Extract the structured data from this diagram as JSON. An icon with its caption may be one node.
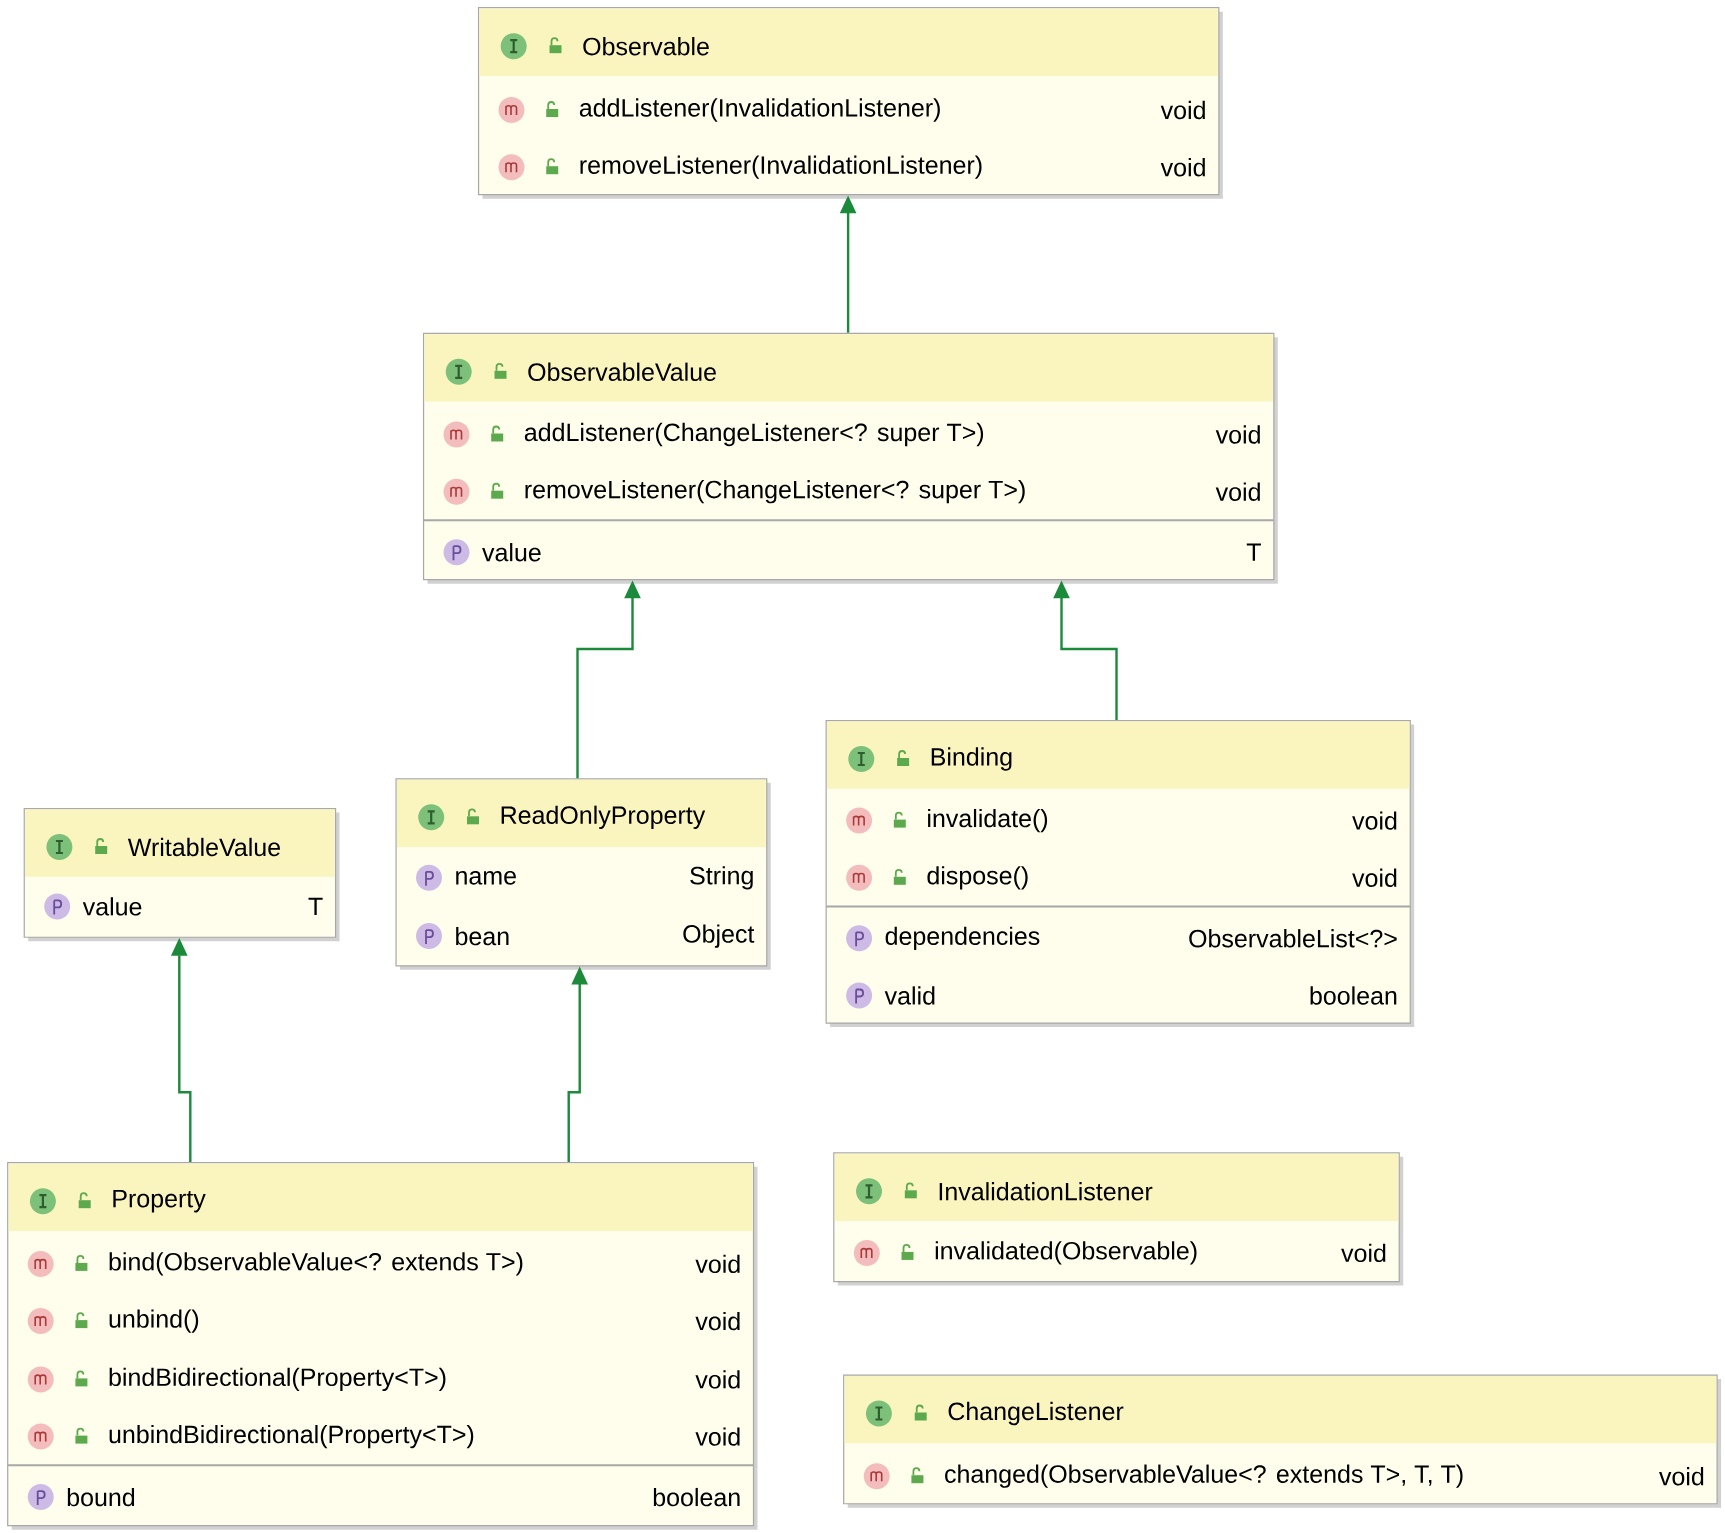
{
  "diagram": {
    "nodes": [
      {
        "text": [
          "Observable",
          "addListener(InvalidationListener)",
          "void",
          "removeListener(InvalidationListener)",
          "void"
        ]
      },
      {
        "text": [
          "ObservableValue",
          "addListener(ChangeListener<? super T>)",
          "void",
          "removeListener(ChangeListener<? super T>)",
          "void",
          "value",
          "T"
        ]
      },
      {
        "text": [
          "WritableValue",
          "value",
          "T"
        ]
      },
      {
        "text": [
          "ReadOnlyProperty",
          "name",
          "String",
          "bean",
          "Object"
        ]
      },
      {
        "text": [
          "Binding",
          "invalidate()",
          "void",
          "dispose()",
          "void",
          "dependencies",
          "ObservableList<?>",
          "valid",
          "boolean"
        ]
      },
      {
        "text": [
          "Property",
          "bind(ObservableValue<? extends T>)",
          "void",
          "unbind()",
          "void",
          "bindBidirectional(Property<T>)",
          "void",
          "unbindBidirectional(Property<T>)",
          "void",
          "bound",
          "boolean"
        ]
      },
      {
        "text": [
          "InvalidationListener",
          "invalidated(Observable)",
          "void"
        ]
      },
      {
        "text": [
          "ChangeListener",
          "changed(ObservableValue<? extends T>, T, T)",
          "void"
        ]
      }
    ],
    "edges": [
      {
        "from": 1,
        "to": 0,
        "arrow": "to"
      },
      {
        "from": 3,
        "to": 1,
        "arrow": "to"
      },
      {
        "from": 4,
        "to": 1,
        "arrow": "to"
      },
      {
        "from": 5,
        "to": 2,
        "arrow": "to"
      },
      {
        "from": 5,
        "to": 3,
        "arrow": "to"
      }
    ]
  }
}
